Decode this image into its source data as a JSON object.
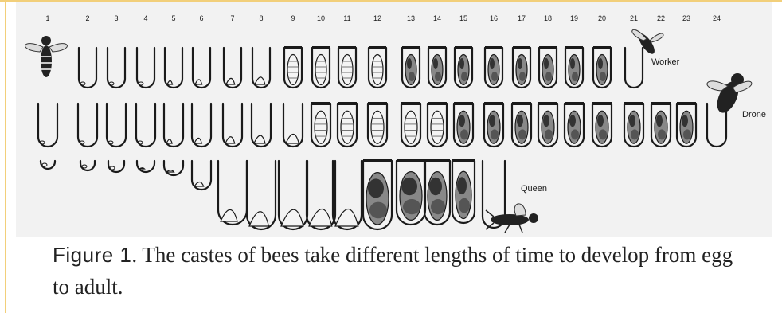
{
  "figure": {
    "days": [
      "1",
      "2",
      "3",
      "4",
      "5",
      "6",
      "7",
      "8",
      "9",
      "10",
      "11",
      "12",
      "13",
      "14",
      "15",
      "16",
      "17",
      "18",
      "19",
      "20",
      "21",
      "22",
      "23",
      "24"
    ],
    "rows": [
      {
        "label": "Worker",
        "duration_days": 21
      },
      {
        "label": "Drone",
        "duration_days": 24
      },
      {
        "label": "Queen",
        "duration_days": 16
      }
    ]
  },
  "caption": {
    "label": "Figure 1",
    "text": ". The castes of bees take different lengths of time to develop from egg to adult."
  },
  "colors": {
    "accent": "#f2cf7a",
    "ink": "#1a1a1a",
    "background": "#f2f2f2"
  }
}
